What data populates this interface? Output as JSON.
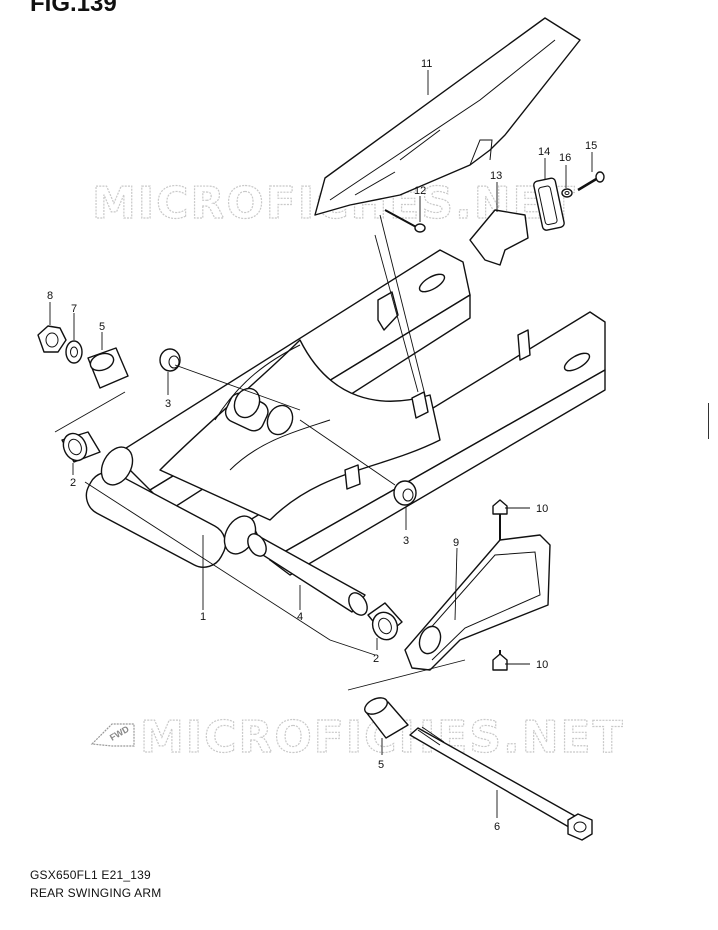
{
  "figure": {
    "title": "FIG.139",
    "code": "GSX650FL1 E21_139",
    "name": "REAR SWINGING ARM"
  },
  "watermark": {
    "text": "MICROFICHES.NET"
  },
  "direction_badge": {
    "text": "FWD"
  },
  "callouts": [
    {
      "id": "c1",
      "label": "1"
    },
    {
      "id": "c2a",
      "label": "2"
    },
    {
      "id": "c2b",
      "label": "2"
    },
    {
      "id": "c3a",
      "label": "3"
    },
    {
      "id": "c3b",
      "label": "3"
    },
    {
      "id": "c4",
      "label": "4"
    },
    {
      "id": "c5a",
      "label": "5"
    },
    {
      "id": "c5b",
      "label": "5"
    },
    {
      "id": "c6",
      "label": "6"
    },
    {
      "id": "c7",
      "label": "7"
    },
    {
      "id": "c8",
      "label": "8"
    },
    {
      "id": "c9",
      "label": "9"
    },
    {
      "id": "c10a",
      "label": "10"
    },
    {
      "id": "c10b",
      "label": "10"
    },
    {
      "id": "c11",
      "label": "11"
    },
    {
      "id": "c12",
      "label": "12"
    },
    {
      "id": "c13",
      "label": "13"
    },
    {
      "id": "c14",
      "label": "14"
    },
    {
      "id": "c15",
      "label": "15"
    },
    {
      "id": "c16",
      "label": "16"
    }
  ]
}
